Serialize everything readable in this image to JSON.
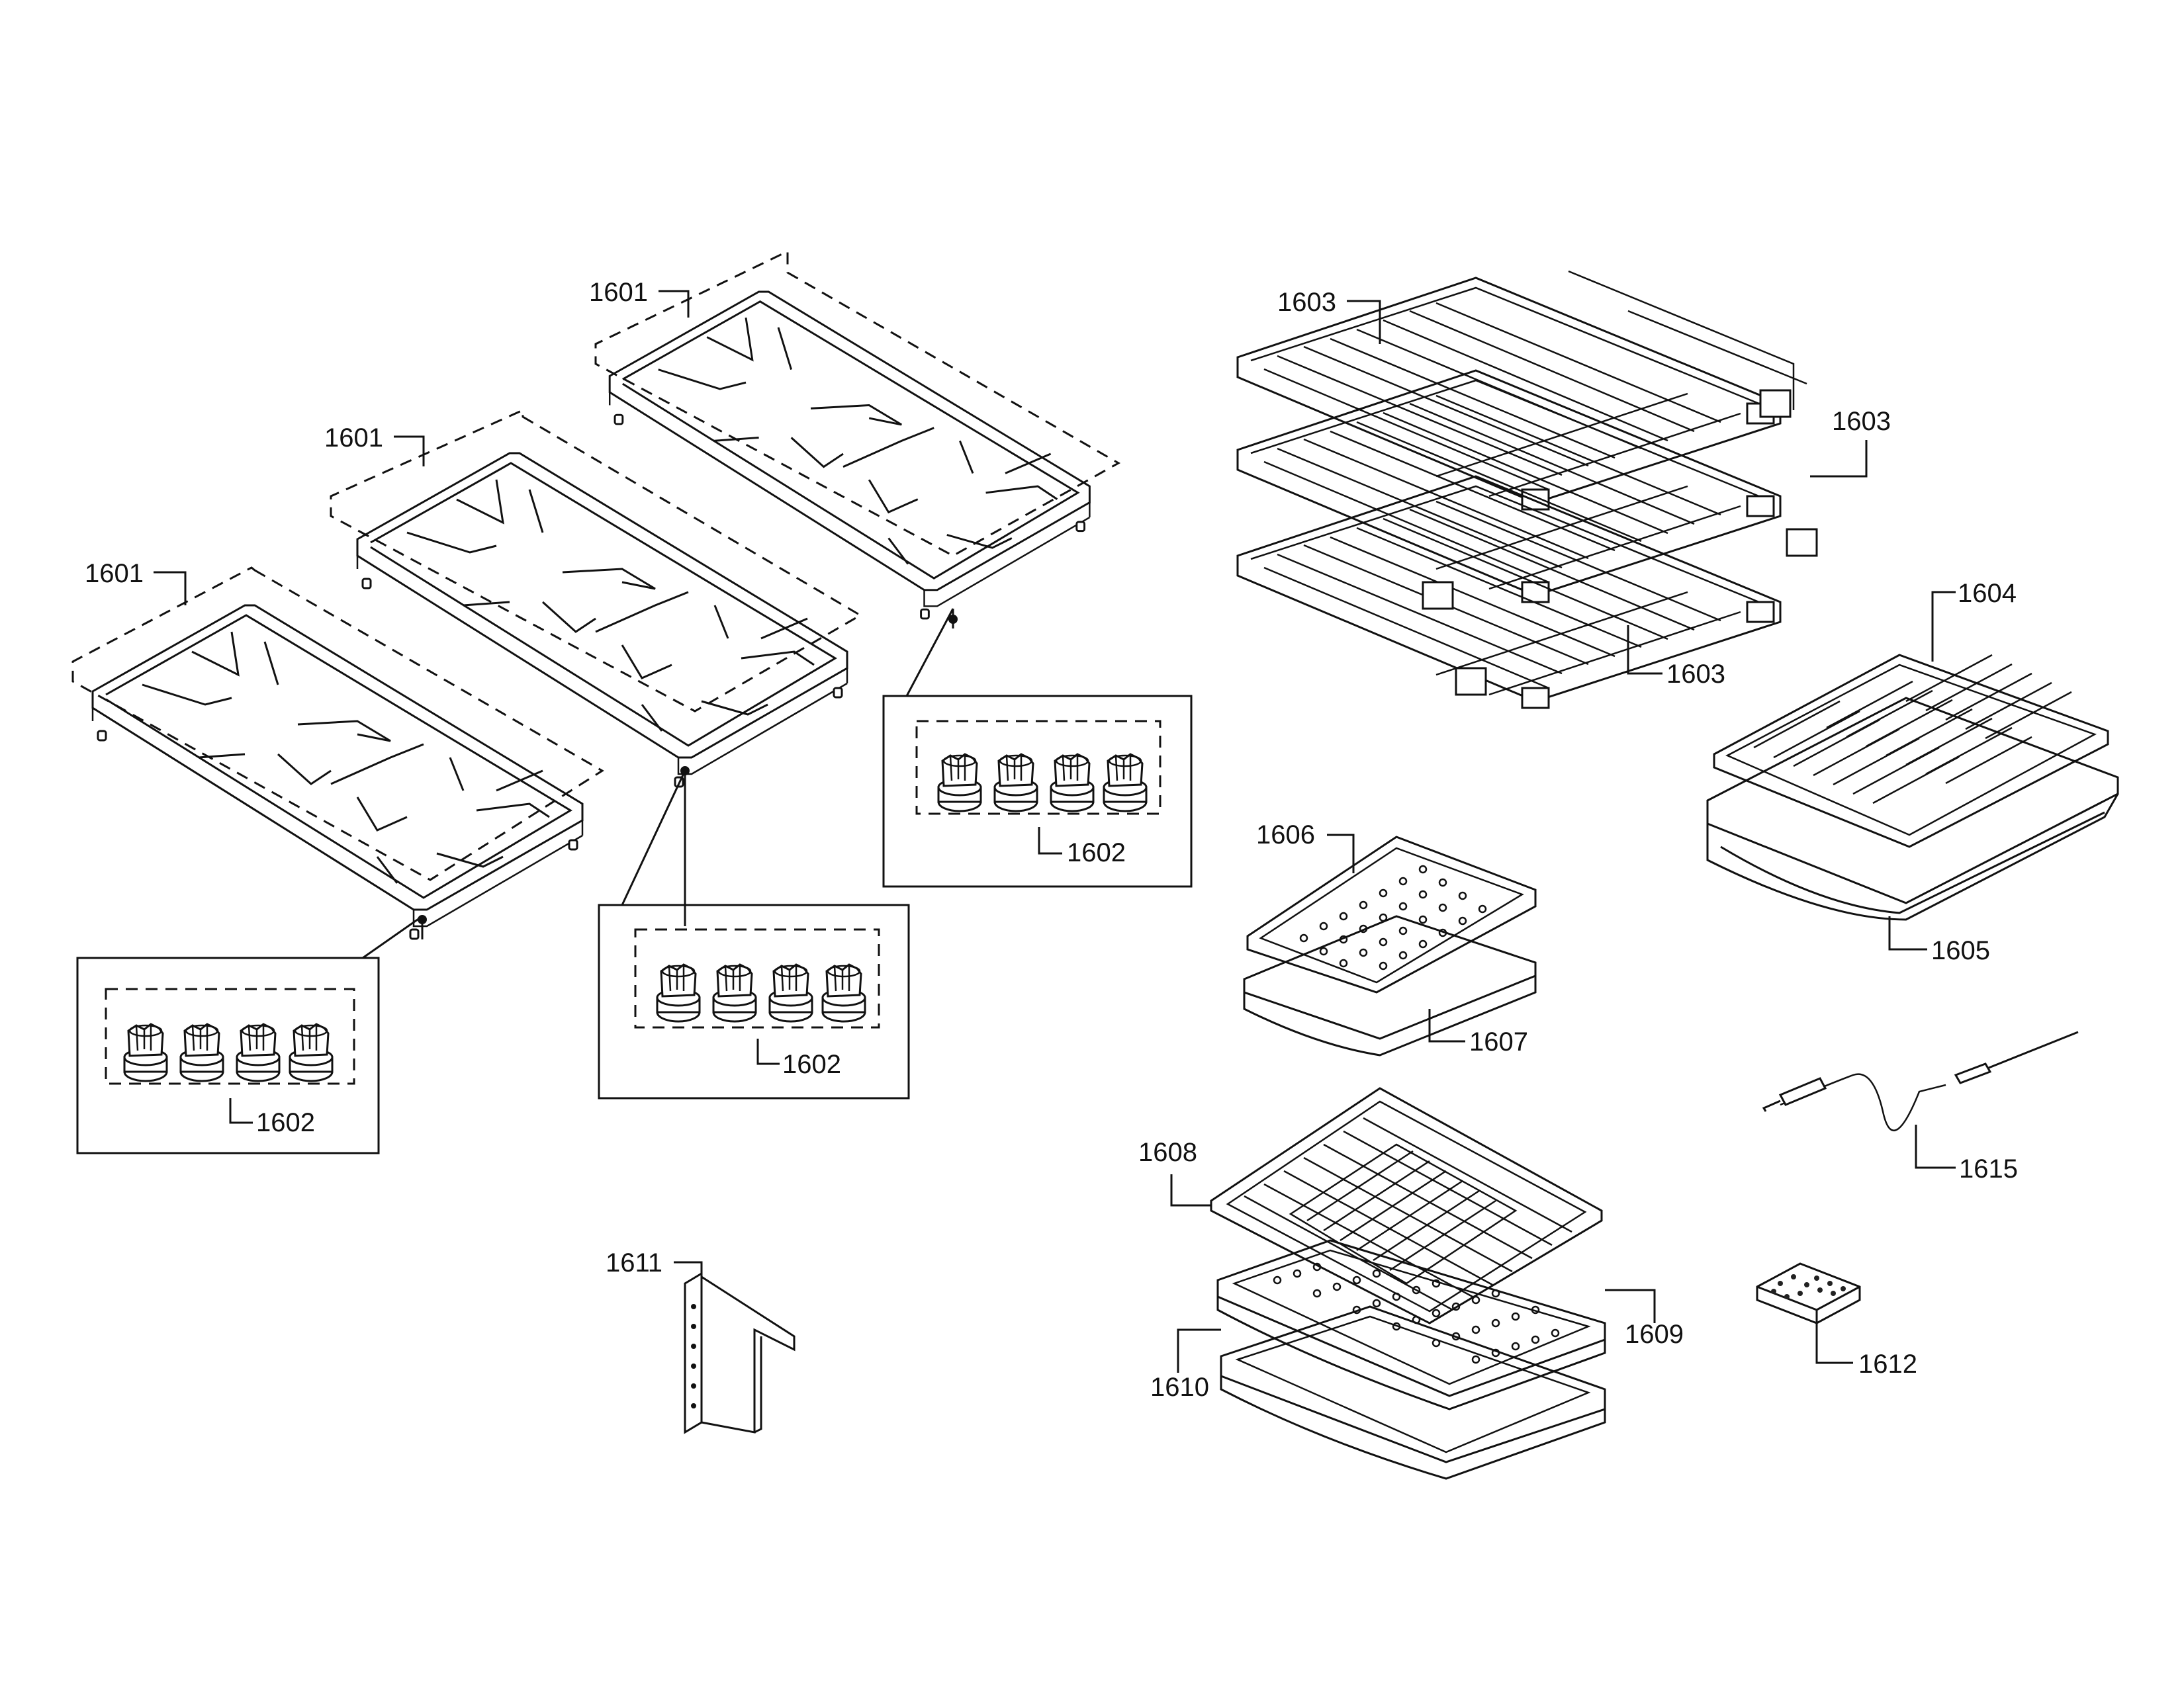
{
  "labels": {
    "grate_left": "1601",
    "grate_middle": "1601",
    "grate_right": "1601",
    "knobs_left": "1602",
    "knobs_middle": "1602",
    "knobs_right": "1602",
    "rack_top": "1603",
    "rack_right": "1603",
    "rack_bottom": "1603",
    "broil_insert": "1604",
    "broil_pan": "1605",
    "small_insert": "1606",
    "small_pan": "1607",
    "grill_rack": "1608",
    "perf_tray": "1609",
    "baking_pan": "1610",
    "bracket": "1611",
    "sponge": "1612",
    "probe": "1615"
  }
}
